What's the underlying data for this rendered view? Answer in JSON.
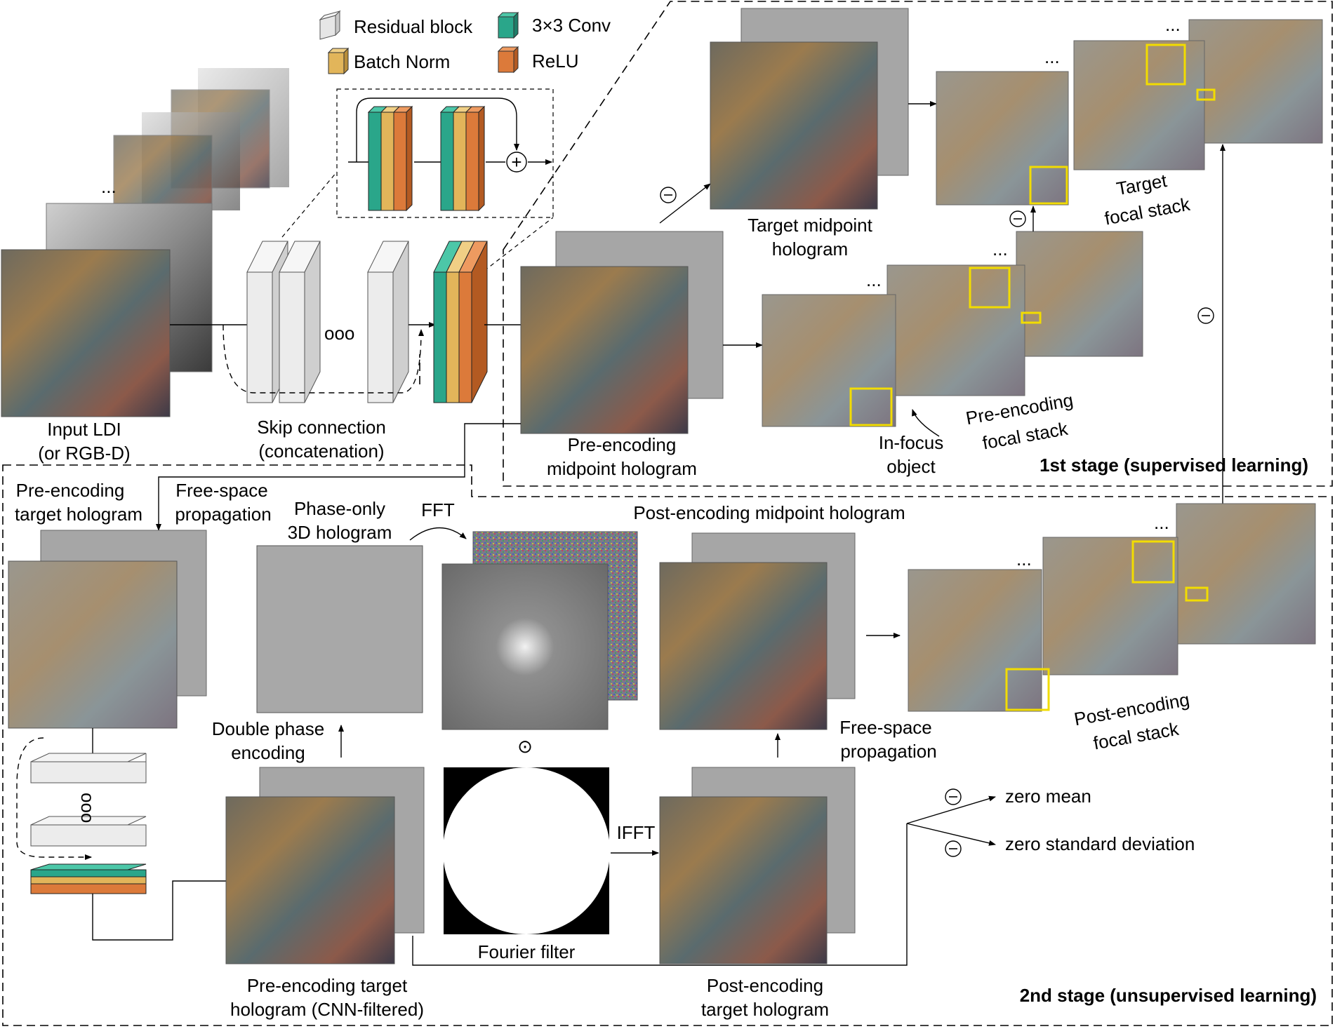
{
  "legend": {
    "residual_block": "Residual block",
    "conv": "3×3 Conv",
    "batch_norm": "Batch Norm",
    "relu": "ReLU"
  },
  "colors": {
    "residual_block": "#e6e6e6",
    "conv": "#2aa68a",
    "batch_norm": "#e2b55a",
    "relu": "#dc7a3a",
    "highlight_box": "#f2dc00"
  },
  "icons": {
    "plus": "+",
    "minus": "⊖",
    "hadamard": "⊙",
    "ellipsis": "...",
    "ellipsis_circles": "ooo"
  },
  "input": {
    "line1": "Input LDI",
    "line2": "(or RGB-D)"
  },
  "skip_connection": {
    "line1": "Skip connection",
    "line2": "(concatenation)"
  },
  "stage1": {
    "title": "1st stage (supervised learning)",
    "pre_midpoint": [
      "Pre-encoding",
      "midpoint hologram"
    ],
    "target_midpoint": [
      "Target midpoint",
      "hologram"
    ],
    "pre_focal": [
      "Pre-encoding",
      "focal stack"
    ],
    "target_focal": [
      "Target",
      "focal stack"
    ],
    "in_focus": [
      "In-focus",
      "object"
    ]
  },
  "stage2": {
    "title": "2nd stage (unsupervised learning)",
    "pre_target": [
      "Pre-encoding",
      "target hologram"
    ],
    "free_space_1": [
      "Free-space",
      "propagation"
    ],
    "phase_only": [
      "Phase-only",
      "3D hologram"
    ],
    "fft": "FFT",
    "ifft": "IFFT",
    "post_midpoint": "Post-encoding midpoint hologram",
    "double_phase": [
      "Double phase",
      "encoding"
    ],
    "cnn_filtered": [
      "Pre-encoding target",
      "hologram (CNN-filtered)"
    ],
    "fourier_filter": "Fourier filter",
    "post_target": [
      "Post-encoding",
      "target hologram"
    ],
    "free_space_2": [
      "Free-space",
      "propagation"
    ],
    "post_focal": [
      "Post-encoding",
      "focal stack"
    ],
    "zero_mean": "zero mean",
    "zero_std": "zero standard deviation"
  }
}
